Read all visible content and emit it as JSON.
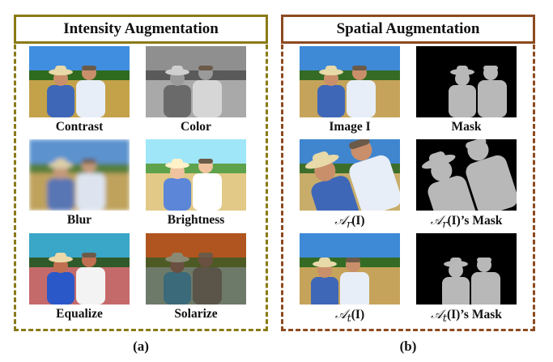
{
  "panels": {
    "a": {
      "title": "Intensity Augmentation",
      "label": "(a)",
      "items": [
        {
          "caption": "Contrast",
          "variant": "contrast"
        },
        {
          "caption": "Color",
          "variant": "color"
        },
        {
          "caption": "Blur",
          "variant": "blur"
        },
        {
          "caption": "Brightness",
          "variant": "brightness"
        },
        {
          "caption": "Equalize",
          "variant": "equalize"
        },
        {
          "caption": "Solarize",
          "variant": "solarize"
        }
      ]
    },
    "b": {
      "title": "Spatial Augmentation",
      "label": "(b)",
      "items": [
        {
          "caption": "Image I",
          "variant": "original"
        },
        {
          "caption": "Mask",
          "variant": "mask"
        },
        {
          "caption_math": "𝒜",
          "caption_sub": "r",
          "caption_rest": "(I)",
          "variant": "rotated"
        },
        {
          "caption_math": "𝒜",
          "caption_sub": "r",
          "caption_rest": "(I)’s Mask",
          "variant": "mask-rotated"
        },
        {
          "caption_math": "𝒜",
          "caption_sub": "t",
          "caption_rest": "(I)",
          "variant": "translated"
        },
        {
          "caption_math": "𝒜",
          "caption_sub": "t",
          "caption_rest": "(I)’s Mask",
          "variant": "mask-translated"
        }
      ]
    }
  },
  "colors": {
    "panel_a": "#8a7a16",
    "panel_b": "#8d4a20"
  }
}
